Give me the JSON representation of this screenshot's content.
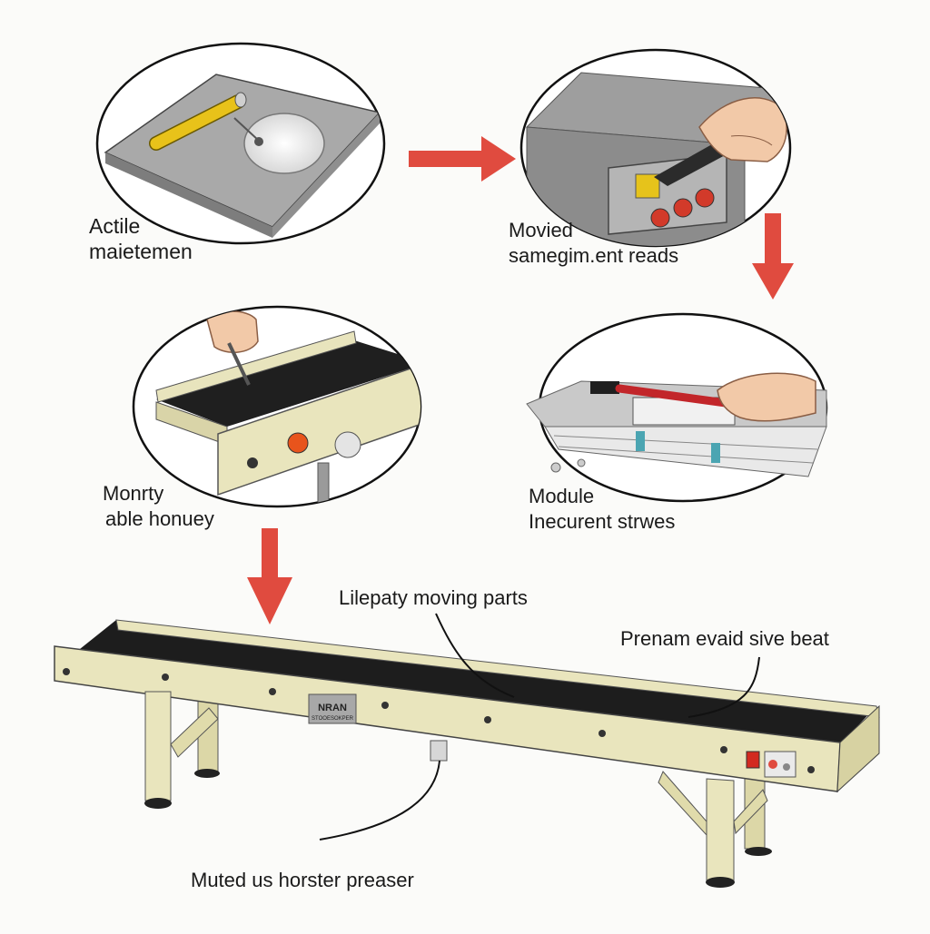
{
  "steps": [
    {
      "line1": "Actile",
      "line2": "maietemen"
    },
    {
      "line1": "Movied",
      "line2": "samegim.ent reads"
    },
    {
      "line1": "Monrty",
      "line2": "able honuey"
    },
    {
      "line1": "Module",
      "line2": "Inecurent strwes"
    }
  ],
  "callouts": {
    "moving_parts": "Lilepaty moving parts",
    "belt": "Prenam evaid sive beat",
    "sensor": "Muted us horster preaser"
  },
  "nameplate": {
    "title": "NRAN",
    "subtitle": "STOOESOKPER"
  },
  "colors": {
    "arrow": "#e04b3f",
    "frame": "#e9e5bd",
    "belt": "#1d1d1d",
    "plate": "#a8a8a8"
  }
}
